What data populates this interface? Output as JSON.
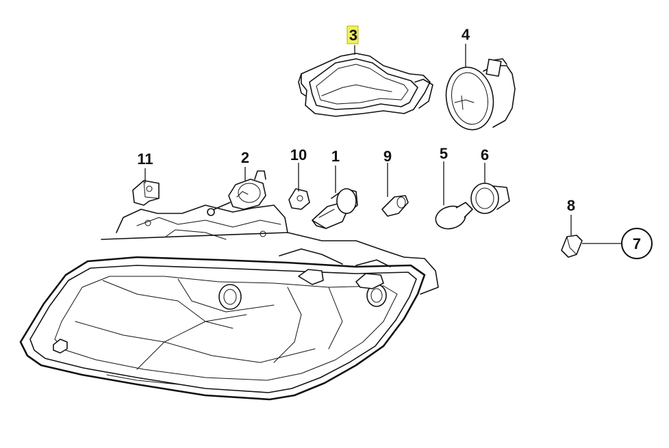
{
  "callouts": {
    "c1": "1",
    "c2": "2",
    "c3": "3",
    "c4": "4",
    "c5": "5",
    "c6": "6",
    "c7": "7",
    "c8": "8",
    "c9": "9",
    "c10": "10",
    "c11": "11"
  },
  "highlighted_part": "3",
  "highlight_color": "#f0f060",
  "line_color": "#111111"
}
